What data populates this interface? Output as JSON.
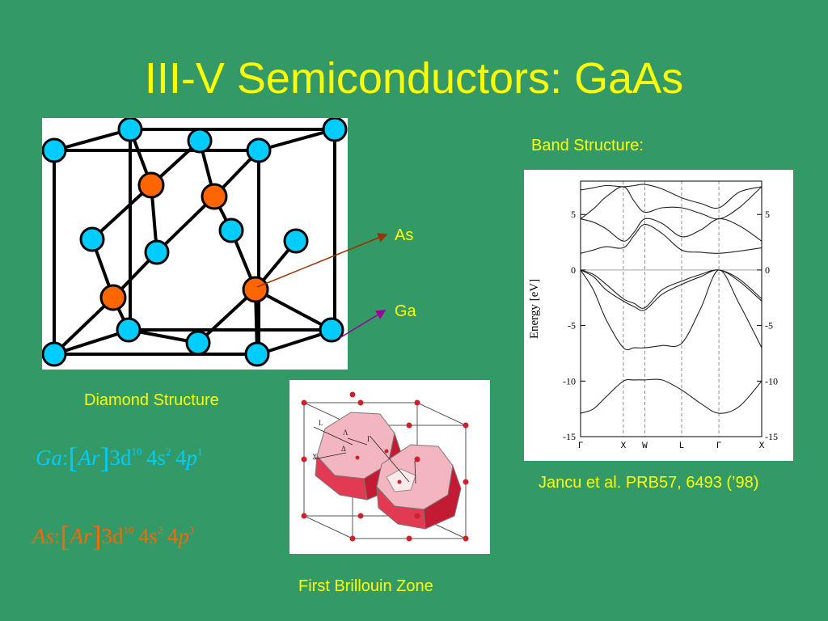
{
  "slide": {
    "title": "III-V Semiconductors: GaAs",
    "band_caption": "Band Structure:",
    "diamond_caption": "Diamond Structure",
    "brillouin_caption": "First Brillouin Zone",
    "citation": "Jancu et al. PRB57, 6493 (’98)",
    "labels": {
      "as": "As",
      "ga": "Ga"
    },
    "colors": {
      "background": "#339966",
      "text": "#ffff00",
      "ga_atom": "#00ccff",
      "as_atom": "#ff6600"
    }
  },
  "formulas": {
    "ga": {
      "element": "Ga",
      "sep": ":",
      "core": "Ar",
      "o1": "3d",
      "e1": "10",
      "o2": "4s",
      "e2": "2",
      "o3n": "4",
      "o3l": "p",
      "e3": "1"
    },
    "as": {
      "element": "As",
      "sep": ":",
      "core": "Ar",
      "o1": "3d",
      "e1": "10",
      "o2": "4s",
      "e2": "2",
      "o3n": "4",
      "o3l": "p",
      "e3": "3"
    }
  },
  "chart_data": {
    "type": "line",
    "ylabel": "Energy [eV]",
    "xlabel": "",
    "ylim": [
      -15,
      8
    ],
    "yticks": [
      5,
      0,
      -5,
      -10,
      -15
    ],
    "x_tick_labels": [
      "Γ",
      "X",
      "W",
      "L",
      "Γ",
      "X"
    ],
    "x_tick_positions": [
      0,
      1,
      1.5,
      2.36,
      3.23,
      4.23
    ],
    "series": [
      {
        "x": [
          0,
          0.3,
          0.6,
          1.0,
          1.25,
          1.5,
          1.9,
          2.36,
          2.8,
          3.23,
          3.7,
          4.23
        ],
        "y": [
          -12.9,
          -12.5,
          -11.4,
          -10.0,
          -9.9,
          -9.9,
          -9.9,
          -10.8,
          -12.0,
          -12.9,
          -12.3,
          -10.0
        ]
      },
      {
        "x": [
          0,
          0.3,
          0.6,
          1.0,
          1.25,
          1.5,
          1.9,
          2.36,
          2.8,
          3.23,
          3.7,
          4.23
        ],
        "y": [
          0.0,
          -1.8,
          -4.5,
          -7.0,
          -7.0,
          -7.0,
          -6.8,
          -6.6,
          -3.5,
          0.0,
          -3.0,
          -7.0
        ]
      },
      {
        "x": [
          0,
          0.3,
          0.6,
          1.0,
          1.25,
          1.5,
          1.9,
          2.36,
          2.8,
          3.23,
          3.7,
          4.23
        ],
        "y": [
          0.0,
          -0.6,
          -1.8,
          -2.8,
          -3.3,
          -3.6,
          -2.2,
          -1.3,
          -0.6,
          0.0,
          -1.0,
          -2.8
        ]
      },
      {
        "x": [
          0,
          0.3,
          0.6,
          1.0,
          1.25,
          1.5,
          1.9,
          2.36,
          2.8,
          3.23,
          3.7,
          4.23
        ],
        "y": [
          0.0,
          -0.4,
          -1.3,
          -2.6,
          -3.0,
          -3.4,
          -1.8,
          -1.0,
          -0.4,
          0.0,
          -0.8,
          -2.6
        ]
      },
      {
        "x": [
          0,
          0.3,
          0.6,
          1.0,
          1.25,
          1.5,
          1.9,
          2.36,
          2.8,
          3.23,
          3.7,
          4.23
        ],
        "y": [
          1.5,
          1.8,
          2.1,
          2.0,
          3.1,
          4.1,
          3.3,
          1.8,
          1.6,
          1.5,
          1.7,
          2.0
        ]
      },
      {
        "x": [
          0,
          0.3,
          0.6,
          1.0,
          1.25,
          1.5,
          1.9,
          2.36,
          2.8,
          3.23,
          3.7,
          4.23
        ],
        "y": [
          4.6,
          4.3,
          3.7,
          2.6,
          3.4,
          4.6,
          4.2,
          3.0,
          3.6,
          4.6,
          4.0,
          2.6
        ]
      },
      {
        "x": [
          0,
          0.3,
          0.6,
          1.0,
          1.25,
          1.5,
          1.9,
          2.36,
          2.8,
          3.23,
          3.7,
          4.23
        ],
        "y": [
          4.6,
          5.5,
          6.6,
          7.5,
          6.2,
          5.2,
          5.6,
          5.6,
          5.1,
          4.6,
          5.6,
          7.5
        ]
      },
      {
        "x": [
          0,
          0.3,
          0.6,
          1.0,
          1.25,
          1.5,
          1.9,
          2.36,
          2.8,
          3.23,
          3.7,
          4.23
        ],
        "y": [
          7.2,
          7.4,
          7.6,
          7.5,
          7.6,
          7.7,
          7.3,
          6.5,
          6.0,
          5.6,
          7.0,
          7.5
        ]
      }
    ]
  }
}
